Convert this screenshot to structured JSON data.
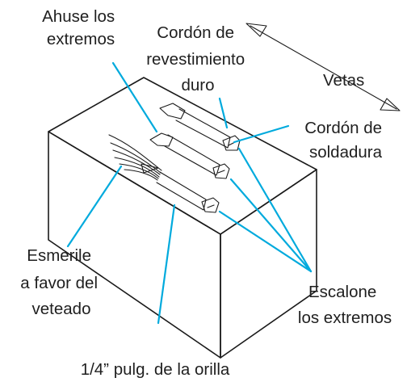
{
  "labels": {
    "ahuse": [
      "Ahuse los",
      "extremos"
    ],
    "revestimiento": [
      "Cordón de",
      "revestimiento",
      "duro"
    ],
    "vetas": "Vetas",
    "soldadura": [
      "Cordón de",
      "soldadura"
    ],
    "esmerile": [
      "Esmerile",
      "a favor del",
      "veteado"
    ],
    "escalone": [
      "Escalone",
      "los extremos"
    ],
    "orilla": "1/4” pulg. de la orilla"
  },
  "colors": {
    "leader": "#00aadd",
    "outline": "#1a1a1a",
    "text": "#1f1f1f",
    "background": "#ffffff"
  }
}
